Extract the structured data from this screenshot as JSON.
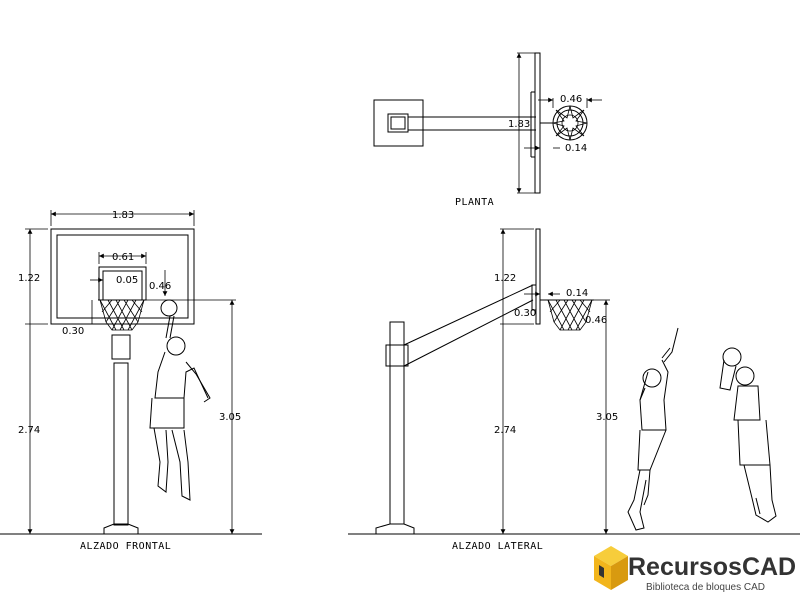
{
  "colors": {
    "line": "#000000",
    "logo_yellow": "#f2b51c",
    "logo_dark": "#333333"
  },
  "views": {
    "plan": {
      "caption": "PLANTA",
      "dims": {
        "width": "1.83",
        "ring": "0.46",
        "offset": "0.14"
      }
    },
    "front": {
      "caption": "ALZADO FRONTAL",
      "dims": {
        "board_w": "1.83",
        "board_h": "1.22",
        "box_w": "0.61",
        "box_inner": "0.05",
        "net": "0.46",
        "rim_off": "0.30",
        "pole_h": "2.74",
        "rim_h": "3.05"
      }
    },
    "side": {
      "caption": "ALZADO LATERAL",
      "dims": {
        "board_h": "1.22",
        "offset": "0.14",
        "rim_off": "0.30",
        "net": "0.46",
        "pole_h": "2.74",
        "rim_h": "3.05"
      }
    }
  },
  "logo": {
    "brand": "RecursosCAD",
    "subtitle": "Biblioteca de bloques CAD",
    "icon": "cube-logo-icon"
  }
}
